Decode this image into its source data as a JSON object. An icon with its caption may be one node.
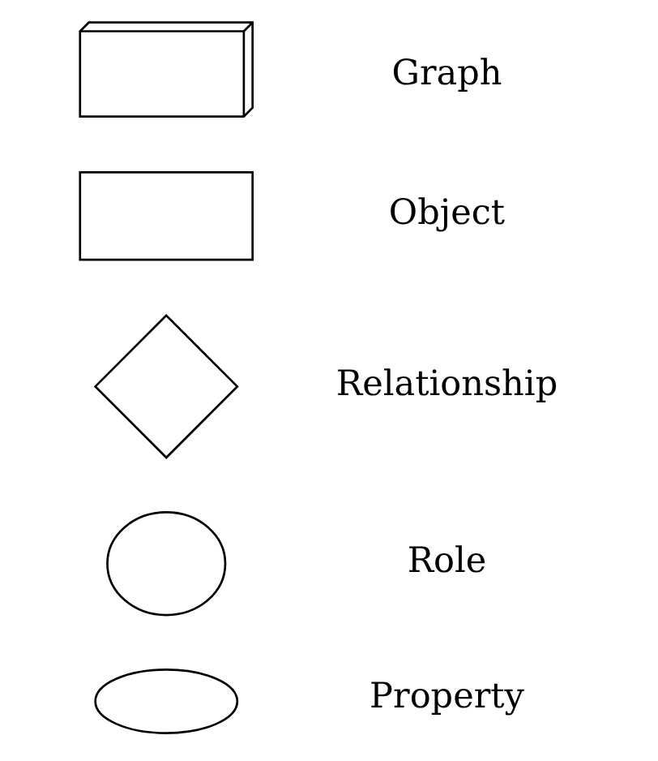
{
  "diagram": {
    "nodes": [
      {
        "text": [],
        "shape": "cuboid"
      },
      {
        "text": [],
        "shape": "box"
      },
      {
        "text": [],
        "shape": "diamond"
      },
      {
        "text": [],
        "shape": "circle"
      },
      {
        "text": [],
        "shape": "ellipse"
      }
    ],
    "legend": [
      {
        "text": "Graph"
      },
      {
        "text": "Object"
      },
      {
        "text": "Relationship"
      },
      {
        "text": "Role"
      },
      {
        "text": "Property"
      }
    ]
  }
}
